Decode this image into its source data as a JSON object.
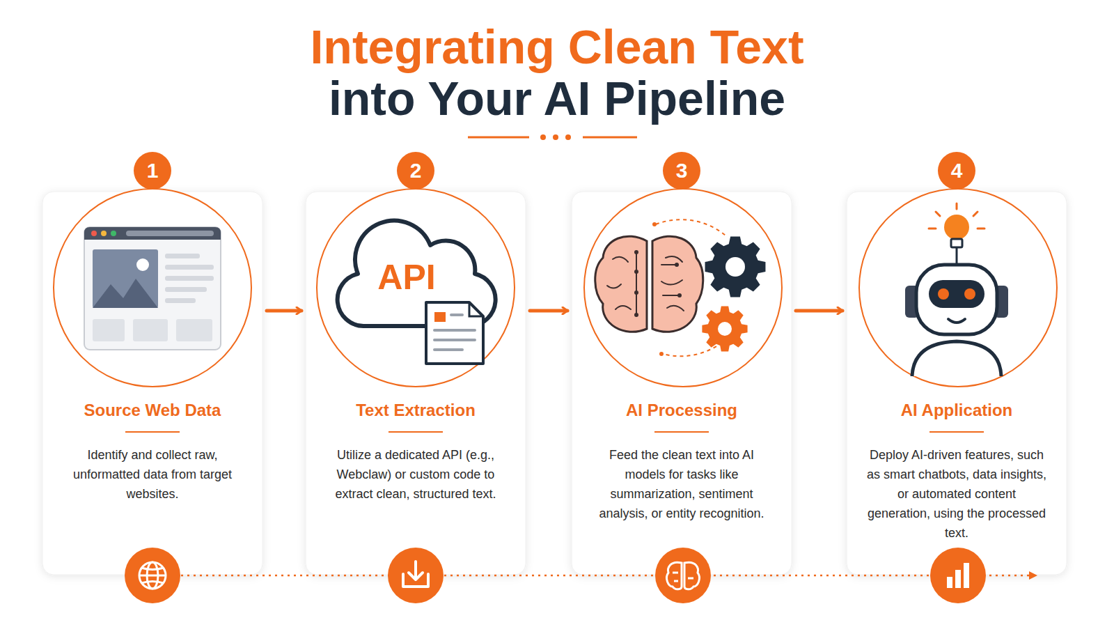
{
  "diagram": {
    "title": "Integrating Clean Text into Your AI Pipeline",
    "nodes": [
      {
        "text": [
          "1",
          "Source Web Data",
          "Identify and collect raw, unformatted data from target websites."
        ]
      },
      {
        "text": [
          "2",
          "Text Extraction",
          "Utilize a dedicated API (e.g., Webclaw) or custom code to extract clean, structured text."
        ]
      },
      {
        "text": [
          "3",
          "AI Processing",
          "Feed the clean text into AI models for tasks like summarization, sentiment analysis, or entity recognition."
        ]
      },
      {
        "text": [
          "4",
          "AI Application",
          "Deploy AI-driven features, such as smart chatbots, data insights, or automated content generation, using the processed text."
        ]
      }
    ],
    "edges": [
      {
        "from": 0,
        "to": 1,
        "arrow": "to"
      },
      {
        "from": 1,
        "to": 2,
        "arrow": "to"
      },
      {
        "from": 2,
        "to": 3,
        "arrow": "to"
      }
    ],
    "labels": [
      "API"
    ]
  }
}
